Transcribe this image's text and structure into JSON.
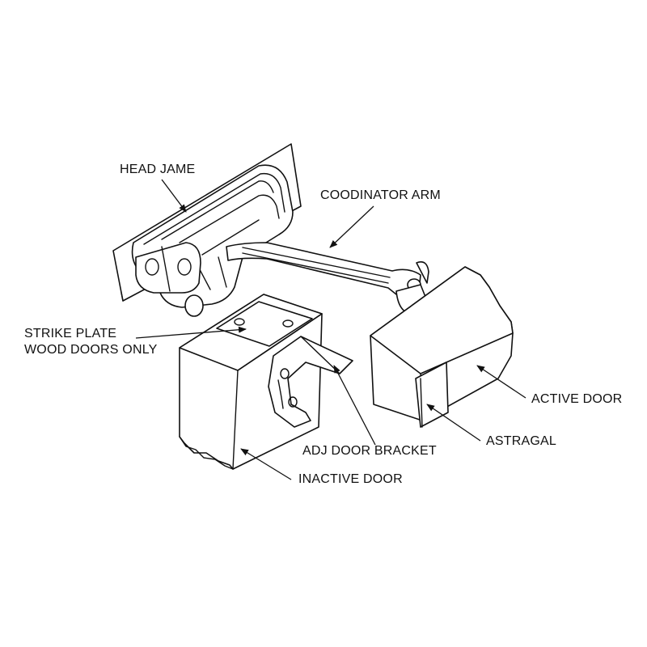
{
  "labels": {
    "head_jamb": "HEAD JAME",
    "coordinator_arm": "COODINATOR ARM",
    "strike_plate_line1": "STRIKE PLATE",
    "strike_plate_line2": "WOOD DOORS ONLY",
    "active_door": "ACTIVE DOOR",
    "astragal": "ASTRAGAL",
    "adj_door_bracket": "ADJ DOOR BRACKET",
    "inactive_door": "INACTIVE DOOR"
  },
  "colors": {
    "line": "#111111",
    "background": "#ffffff"
  }
}
